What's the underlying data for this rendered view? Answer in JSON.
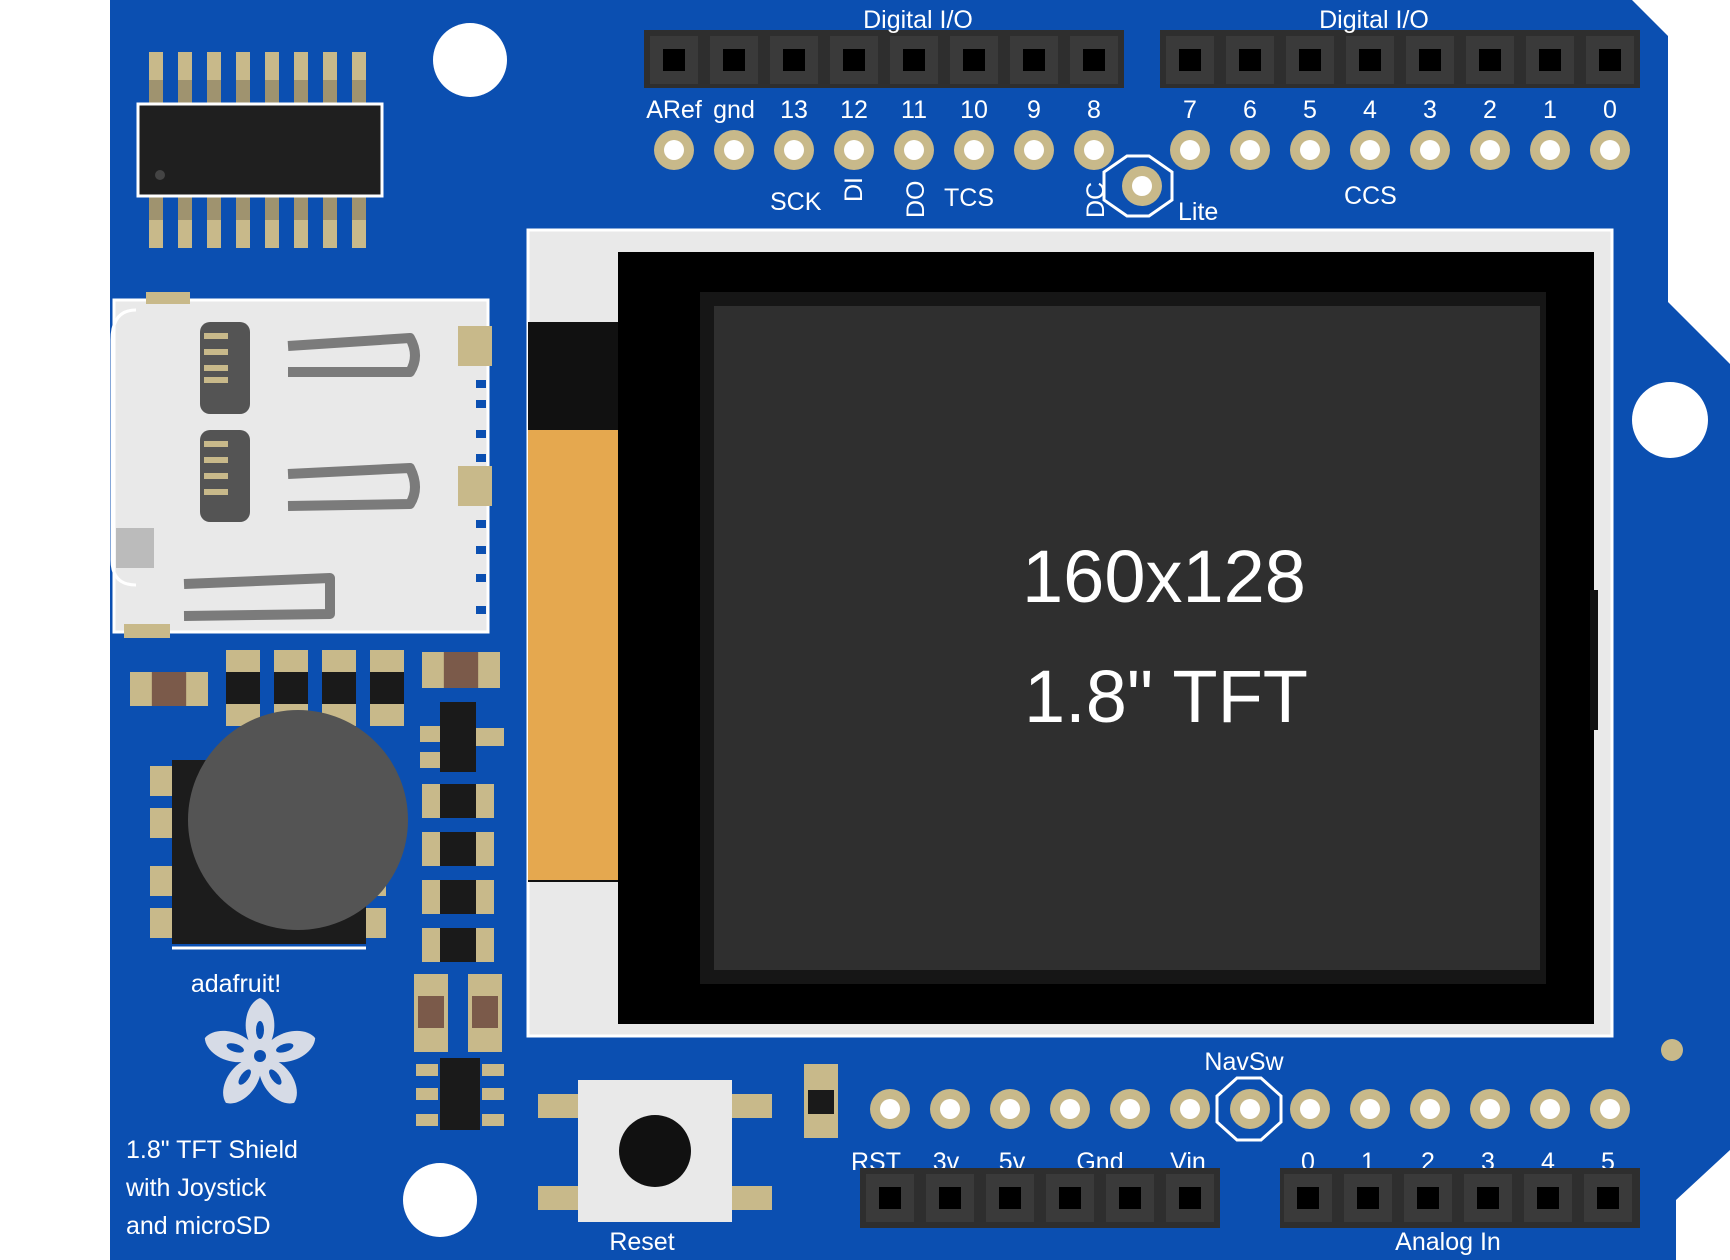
{
  "header_top": {
    "left_title": "Digital I/O",
    "right_title": "Digital I/O",
    "left_pins": [
      "ARef",
      "gnd",
      "13",
      "12",
      "11",
      "10",
      "9",
      "8"
    ],
    "right_pins": [
      "7",
      "6",
      "5",
      "4",
      "3",
      "2",
      "1",
      "0"
    ]
  },
  "signals": {
    "sck": "SCK",
    "di": "DI",
    "do": "DO",
    "tcs": "TCS",
    "dc": "DC",
    "lite": "Lite",
    "ccs": "CCS"
  },
  "display": {
    "resolution": "160x128",
    "size_label": "1.8\" TFT"
  },
  "brand": {
    "name": "adafruit!",
    "product_line1": "1.8\" TFT Shield",
    "product_line2": "with Joystick",
    "product_line3": "and microSD"
  },
  "header_bottom": {
    "navsw": "NavSw",
    "power_pins": [
      "RST",
      "3v",
      "5v",
      "Gnd",
      "Vin"
    ],
    "analog_pins": [
      "0",
      "1",
      "2",
      "3",
      "4",
      "5"
    ],
    "analog_title": "Analog In"
  },
  "reset_label": "Reset",
  "colors": {
    "board": "#0b4fb1",
    "pad_ring": "#c8b98a",
    "screen": "#2f2f2f",
    "flex_cable": "#e5a84f"
  }
}
